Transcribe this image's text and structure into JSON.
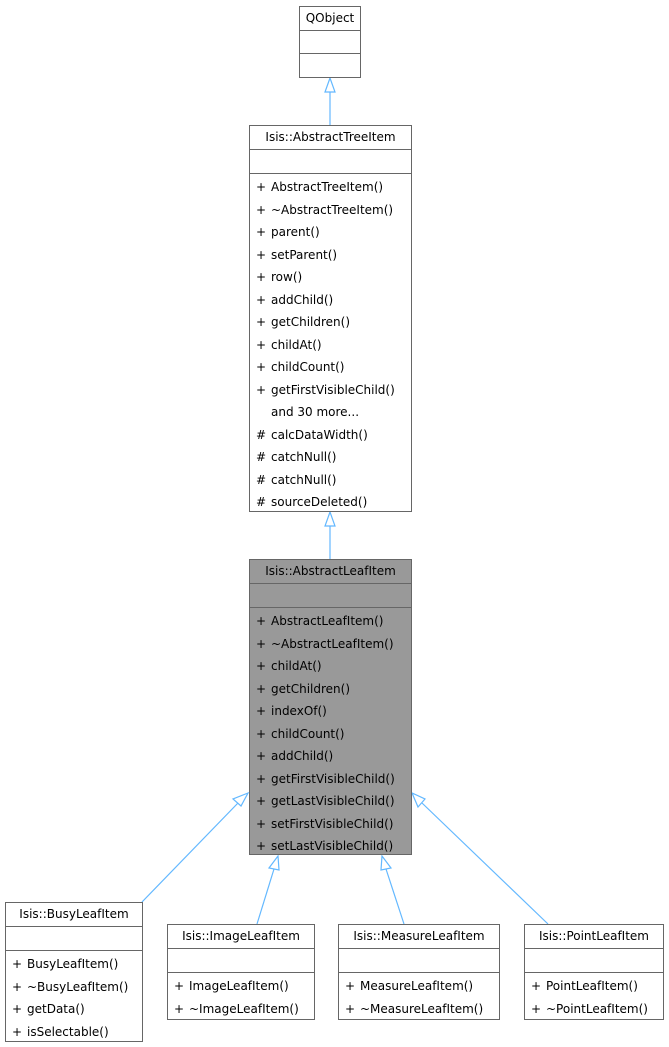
{
  "classes": {
    "qobject": {
      "title": "QObject",
      "methods": []
    },
    "abstract_tree_item": {
      "title": "Isis::AbstractTreeItem",
      "methods": [
        {
          "vis": "+",
          "name": "AbstractTreeItem()"
        },
        {
          "vis": "+",
          "name": "~AbstractTreeItem()"
        },
        {
          "vis": "+",
          "name": "parent()"
        },
        {
          "vis": "+",
          "name": "setParent()"
        },
        {
          "vis": "+",
          "name": "row()"
        },
        {
          "vis": "+",
          "name": "addChild()"
        },
        {
          "vis": "+",
          "name": "getChildren()"
        },
        {
          "vis": "+",
          "name": "childAt()"
        },
        {
          "vis": "+",
          "name": "childCount()"
        },
        {
          "vis": "+",
          "name": "getFirstVisibleChild()"
        },
        {
          "vis": "",
          "name": "and 30 more..."
        },
        {
          "vis": "#",
          "name": "calcDataWidth()"
        },
        {
          "vis": "#",
          "name": "catchNull()"
        },
        {
          "vis": "#",
          "name": "catchNull()"
        },
        {
          "vis": "#",
          "name": "sourceDeleted()"
        }
      ]
    },
    "abstract_leaf_item": {
      "title": "Isis::AbstractLeafItem",
      "methods": [
        {
          "vis": "+",
          "name": "AbstractLeafItem()"
        },
        {
          "vis": "+",
          "name": "~AbstractLeafItem()"
        },
        {
          "vis": "+",
          "name": "childAt()"
        },
        {
          "vis": "+",
          "name": "getChildren()"
        },
        {
          "vis": "+",
          "name": "indexOf()"
        },
        {
          "vis": "+",
          "name": "childCount()"
        },
        {
          "vis": "+",
          "name": "addChild()"
        },
        {
          "vis": "+",
          "name": "getFirstVisibleChild()"
        },
        {
          "vis": "+",
          "name": "getLastVisibleChild()"
        },
        {
          "vis": "+",
          "name": "setFirstVisibleChild()"
        },
        {
          "vis": "+",
          "name": "setLastVisibleChild()"
        }
      ]
    },
    "busy_leaf_item": {
      "title": "Isis::BusyLeafItem",
      "methods": [
        {
          "vis": "+",
          "name": "BusyLeafItem()"
        },
        {
          "vis": "+",
          "name": "~BusyLeafItem()"
        },
        {
          "vis": "+",
          "name": "getData()"
        },
        {
          "vis": "+",
          "name": "isSelectable()"
        }
      ]
    },
    "image_leaf_item": {
      "title": "Isis::ImageLeafItem",
      "methods": [
        {
          "vis": "+",
          "name": "ImageLeafItem()"
        },
        {
          "vis": "+",
          "name": "~ImageLeafItem()"
        }
      ]
    },
    "measure_leaf_item": {
      "title": "Isis::MeasureLeafItem",
      "methods": [
        {
          "vis": "+",
          "name": "MeasureLeafItem()"
        },
        {
          "vis": "+",
          "name": "~MeasureLeafItem()"
        }
      ]
    },
    "point_leaf_item": {
      "title": "Isis::PointLeafItem",
      "methods": [
        {
          "vis": "+",
          "name": "PointLeafItem()"
        },
        {
          "vis": "+",
          "name": "~PointLeafItem()"
        }
      ]
    }
  },
  "colors": {
    "edge": "#63b8ff",
    "border": "#666666",
    "focus_fill": "#999999"
  }
}
